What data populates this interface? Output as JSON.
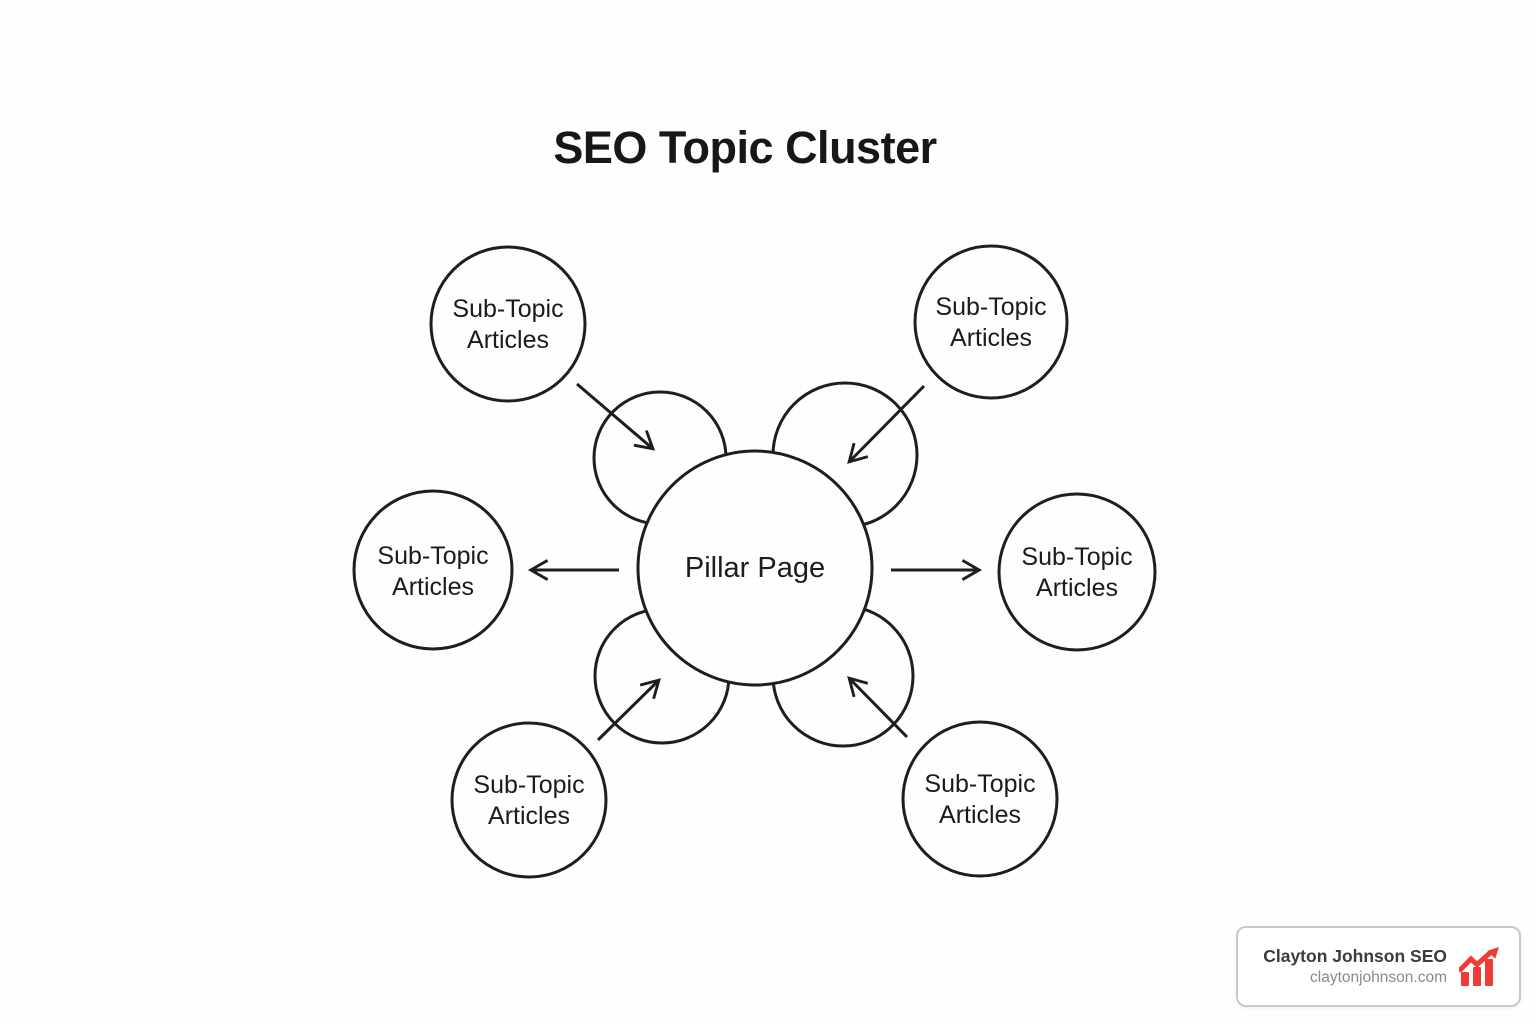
{
  "title": "SEO Topic Cluster",
  "diagram": {
    "type": "hub-and-spoke",
    "center_label": "Pillar Page",
    "nodes": [
      {
        "position": "top-left",
        "label": "Sub-Topic Articles"
      },
      {
        "position": "top-right",
        "label": "Sub-Topic Articles"
      },
      {
        "position": "middle-left",
        "label": "Sub-Topic Articles"
      },
      {
        "position": "middle-right",
        "label": "Sub-Topic Articles"
      },
      {
        "position": "bottom-left",
        "label": "Sub-Topic Articles"
      },
      {
        "position": "bottom-right",
        "label": "Sub-Topic Articles"
      }
    ],
    "stroke_color": "#1e1e1e",
    "background_color": "#fefefe"
  },
  "watermark": {
    "name": "Clayton Johnson SEO",
    "website": "claytonjohnson.com",
    "icon": "growth-chart-icon",
    "icon_color": "#f03a35"
  }
}
